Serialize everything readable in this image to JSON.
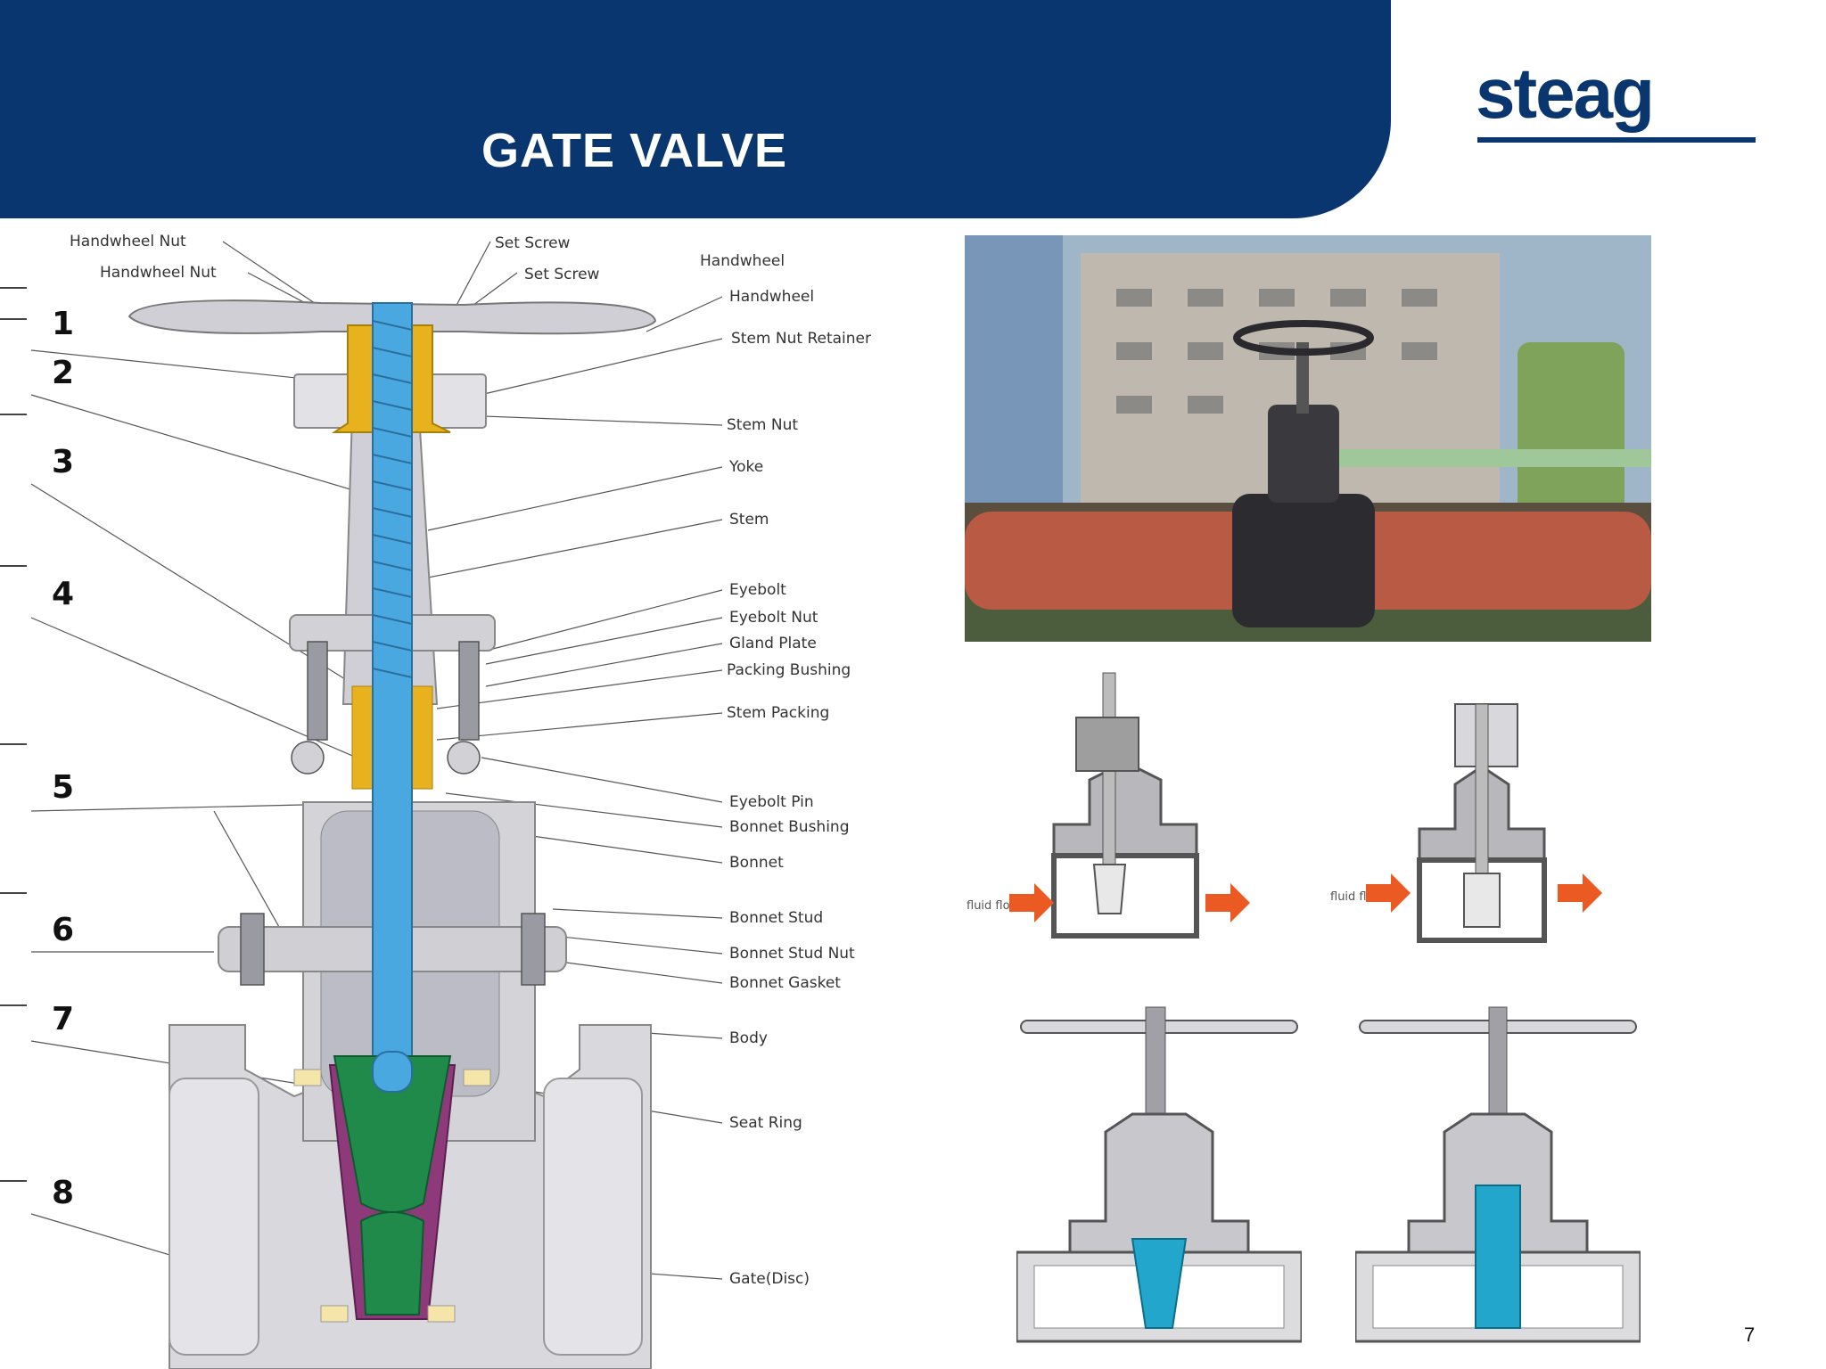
{
  "slide": {
    "title": "GATE VALVE",
    "logo_text": "steag",
    "page_number": "7"
  },
  "diagram": {
    "top_labels": [
      "Handwheel Nut",
      "Set Screw",
      "Handwheel"
    ],
    "part_labels": [
      "Handwheel Nut",
      "Set Screw",
      "Handwheel",
      "Stem Nut Retainer",
      "Stem Nut",
      "Yoke",
      "Stem",
      "Eyebolt",
      "Eyebolt Nut",
      "Gland Plate",
      "Packing Bushing",
      "Stem Packing",
      "Eyebolt Pin",
      "Bonnet Bushing",
      "Bonnet",
      "Bonnet Stud",
      "Bonnet Stud Nut",
      "Bonnet Gasket",
      "Body",
      "Seat Ring",
      "Gate(Disc)"
    ],
    "numbers": [
      "1",
      "2",
      "3",
      "4",
      "5",
      "6",
      "7",
      "8"
    ]
  },
  "small_diagrams": {
    "flow_label_1": "fluid flow",
    "flow_label_2": "fluid flow"
  },
  "colors": {
    "header": "#0a3670",
    "stem": "#4aa8e0",
    "brass": "#e8b21e",
    "gate_green": "#1f8a4a",
    "seat_purple": "#8e3a7a",
    "body_grey": "#d8d8dc"
  }
}
